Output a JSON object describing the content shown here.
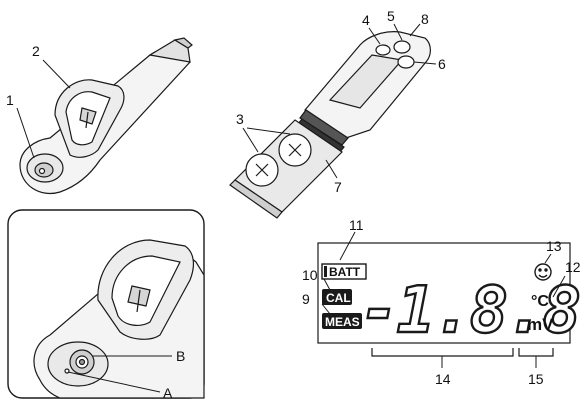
{
  "callouts": {
    "n1": "1",
    "n2": "2",
    "n3": "3",
    "n4": "4",
    "n5": "5",
    "n6": "6",
    "n7": "7",
    "n8": "8",
    "n9": "9",
    "n10": "10",
    "n11": "11",
    "n12": "12",
    "n13": "13",
    "n14": "14",
    "n15": "15",
    "a": "A",
    "b": "B"
  },
  "lcd": {
    "batt_label": "BATT",
    "cal_label": "CAL",
    "meas_label": "MEAS",
    "reading": "-1.8.8.8",
    "unit_celsius": "°C",
    "unit_mv": "mV",
    "smiley_icon": "smiley-face-icon"
  },
  "colors": {
    "line": "#1a1a1a",
    "fill_light": "#e9e9e9",
    "fill_mid": "#cfcfcf",
    "fill_dark": "#9a9a9a",
    "label_box": "#1a1a1a"
  }
}
